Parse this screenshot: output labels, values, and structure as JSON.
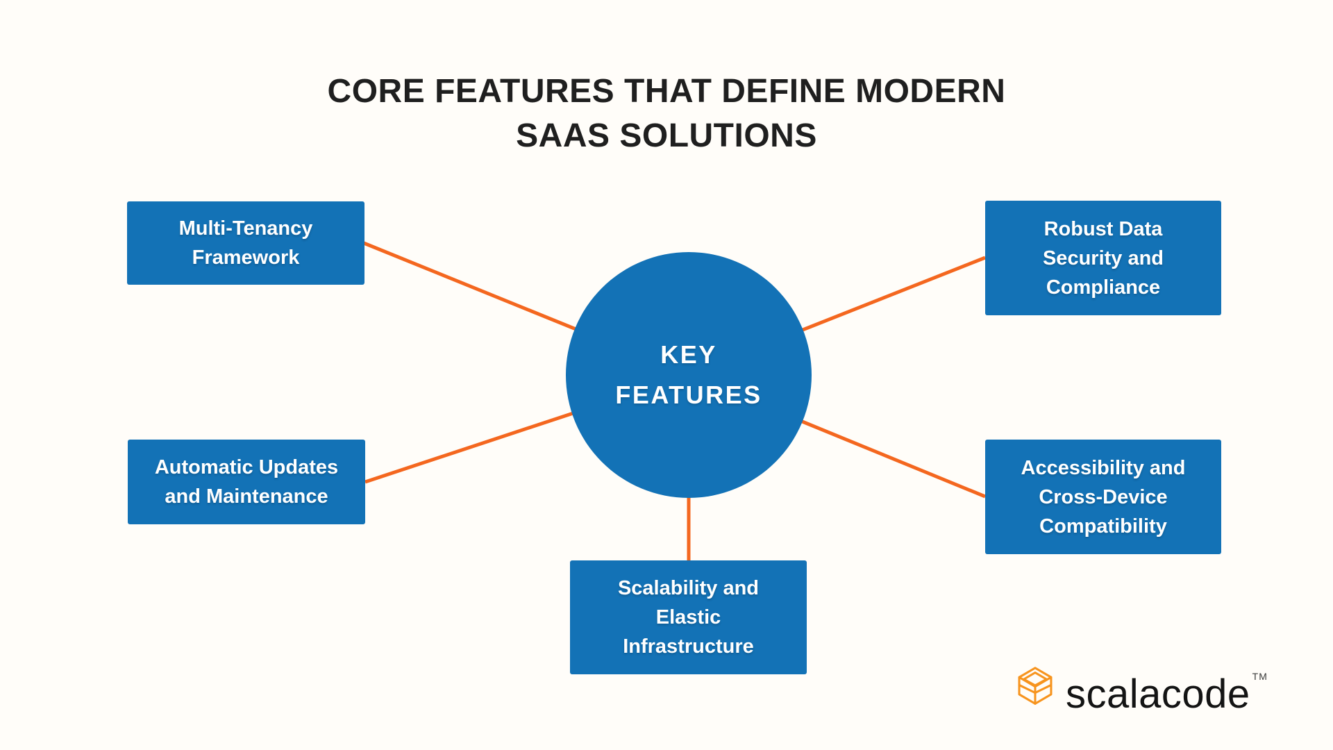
{
  "title": {
    "line1": "CORE FEATURES THAT DEFINE MODERN",
    "line2": "SAAS SOLUTIONS"
  },
  "center": {
    "line1": "KEY",
    "line2": "FEATURES"
  },
  "nodes": {
    "top_left": {
      "lines": [
        "Multi-Tenancy",
        "Framework"
      ]
    },
    "top_right": {
      "lines": [
        "Robust Data",
        "Security and",
        "Compliance"
      ]
    },
    "bottom_left": {
      "lines": [
        "Automatic Updates",
        "and Maintenance"
      ]
    },
    "bottom_right": {
      "lines": [
        "Accessibility and",
        "Cross-Device",
        "Compatibility"
      ]
    },
    "bottom_center": {
      "lines": [
        "Scalability and",
        "Elastic",
        "Infrastructure"
      ]
    }
  },
  "logo": {
    "brand": "scalacode",
    "trademark": "TM",
    "icon": "wireframe-box-icon"
  },
  "colors": {
    "node_blue": "#1372B6",
    "connector_orange": "#F4671F",
    "logo_orange": "#F7941E",
    "title_black": "#1F1F1F",
    "background": "#FFFDF9"
  }
}
